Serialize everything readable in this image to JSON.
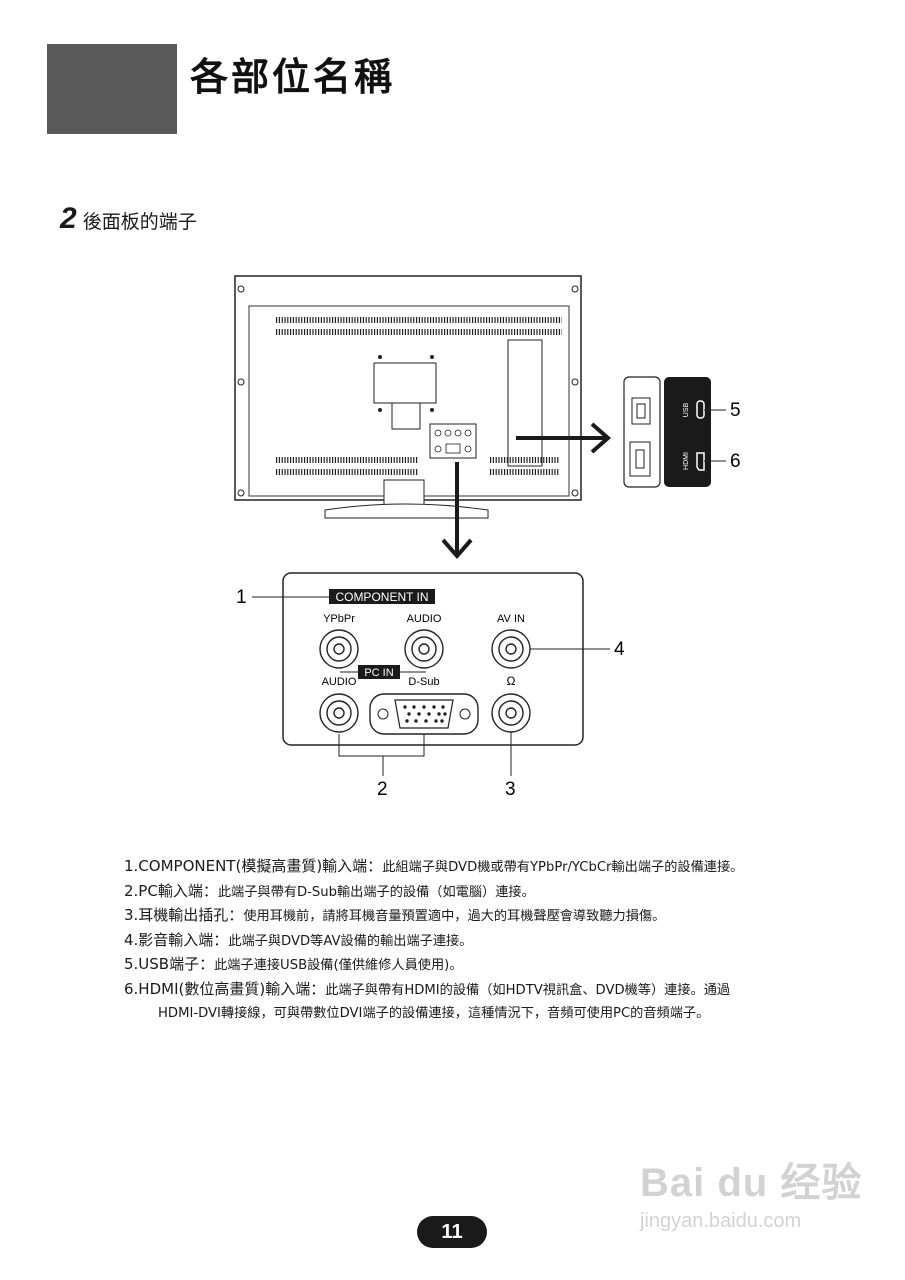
{
  "page": {
    "title": "各部位名稱",
    "section_number": "2",
    "section_title": "後面板的端子",
    "page_number": "11"
  },
  "diagram": {
    "callouts": [
      "1",
      "2",
      "3",
      "4",
      "5",
      "6"
    ],
    "side_labels": {
      "usb": "USB",
      "hdmi": "HDMI"
    },
    "panel_labels": {
      "component_in": "COMPONENT IN",
      "ypbpr": "YPbPr",
      "audio_top": "AUDIO",
      "av_in": "AV IN",
      "pc_in": "PC IN",
      "audio_bottom": "AUDIO",
      "dsub": "D-Sub",
      "headphone": "Ω"
    }
  },
  "descriptions": [
    {
      "lead": "1.COMPONENT(模擬高畫質)輸入端：",
      "text": "此組端子與DVD機或帶有YPbPr/YCbCr輸出端子的設備連接。"
    },
    {
      "lead": "2.PC輸入端：",
      "text": "此端子與帶有D-Sub輸出端子的設備（如電腦）連接。"
    },
    {
      "lead": "3.耳機輸出插孔：",
      "text": "使用耳機前，請將耳機音量預置適中，過大的耳機聲壓會導致聽力損傷。"
    },
    {
      "lead": "4.影音輸入端：",
      "text": "此端子與DVD等AV設備的輸出端子連接。"
    },
    {
      "lead": "5.USB端子：",
      "text": "此端子連接USB設備(僅供維修人員使用)。"
    },
    {
      "lead": "6.HDMI(數位高畫質)輸入端：",
      "text": "此端子與帶有HDMI的設備（如HDTV視訊盒、DVD機等）連接。通過",
      "continuation": "HDMI-DVI轉接線，可與帶數位DVI端子的設備連接，這種情況下，音頻可使用PC的音頻端子。"
    }
  ],
  "watermark": {
    "main": "Bai du 经验",
    "sub": "jingyan.baidu.com"
  }
}
